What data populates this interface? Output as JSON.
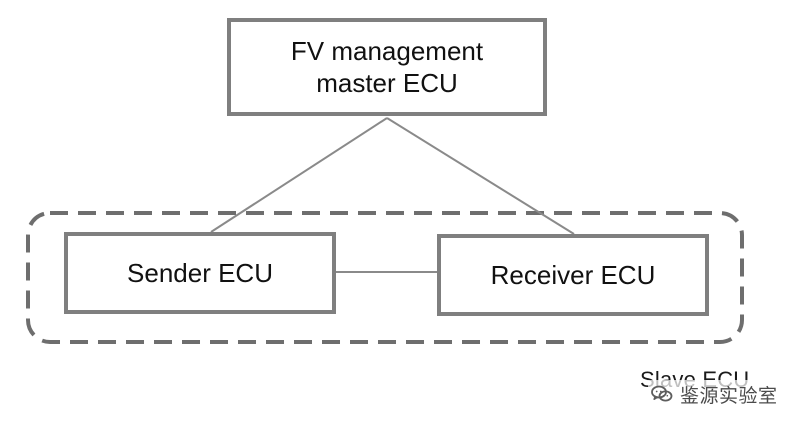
{
  "diagram": {
    "nodes": {
      "master": {
        "label": "FV management\nmaster ECU"
      },
      "sender": {
        "label": "Sender ECU"
      },
      "receiver": {
        "label": "Receiver ECU"
      }
    },
    "group": {
      "label": "Slave ECU"
    },
    "edges": [
      {
        "from": "master",
        "to": "sender"
      },
      {
        "from": "master",
        "to": "receiver"
      },
      {
        "from": "sender",
        "to": "receiver"
      }
    ]
  },
  "watermark": {
    "icon": "wechat-icon",
    "text": "鉴源实验室"
  }
}
